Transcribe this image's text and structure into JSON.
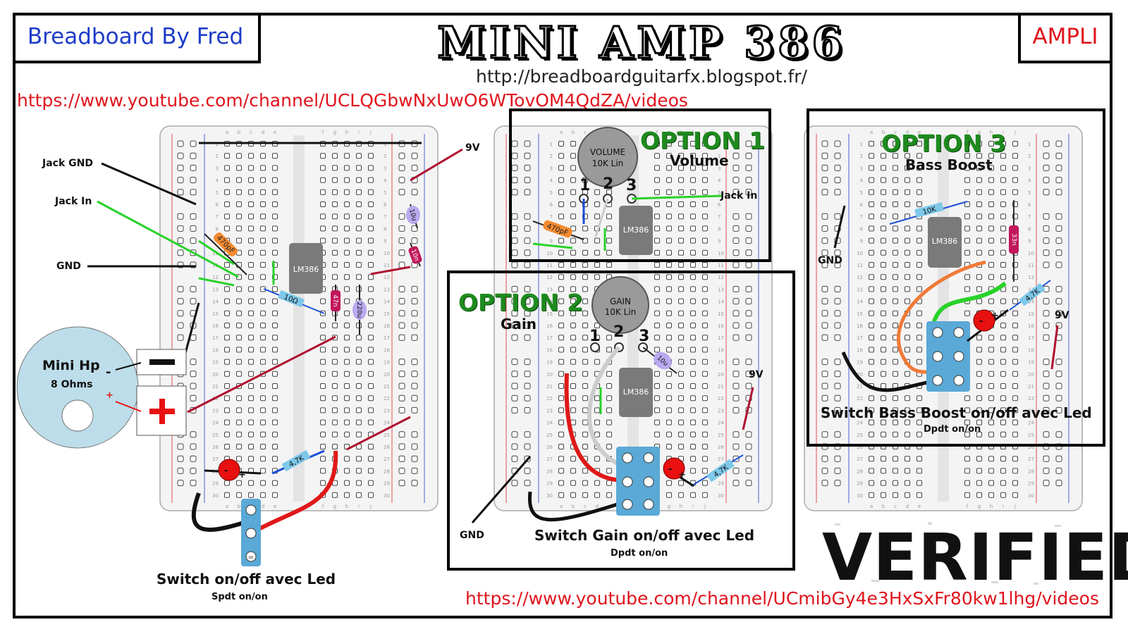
{
  "header": {
    "author": "Breadboard By Fred",
    "title": "MINI AMP 386",
    "category": "AMPLI",
    "blog_url": "http://breadboardguitarfx.blogspot.fr/",
    "youtube_url_1": "https://www.youtube.com/channel/UCLQGbwNxUwO6WTovOM4QdZA/videos",
    "youtube_url_2": "https://www.youtube.com/channel/UCmibGy4e3HxSxFr80kw1lhg/videos"
  },
  "main_board": {
    "labels": {
      "jack_gnd": "Jack GND",
      "jack_in": "Jack In",
      "gnd": "GND",
      "supply": "9V",
      "speaker": "Mini Hp",
      "speaker_ohms": "8 Ohms",
      "minus": "-",
      "plus": "+",
      "switch_title": "Switch on/off avec Led",
      "switch_sub": "Spdt on/on"
    },
    "components": {
      "ic": "LM386",
      "cap_470p": "470pF",
      "res_10": "10Ω",
      "res_47n": "47n",
      "cap_220u": "220u",
      "cap_10u": "10u",
      "cap_10n": "10n",
      "res_4k7": "4,7K"
    }
  },
  "option1": {
    "title": "OPTION 1",
    "subtitle": "Volume",
    "pot_label": "VOLUME",
    "pot_value": "10K Lin",
    "pins": [
      "1",
      "2",
      "3"
    ],
    "jack_in": "Jack In",
    "ic": "LM386",
    "cap": "470pF"
  },
  "option2": {
    "title": "OPTION 2",
    "subtitle": "Gain",
    "pot_label": "GAIN",
    "pot_value": "10K Lin",
    "pins": [
      "1",
      "2",
      "3"
    ],
    "ic": "LM386",
    "cap": "10u",
    "supply": "9V",
    "gnd": "GND",
    "res": "4,7K",
    "switch_title": "Switch Gain on/off avec Led",
    "switch_sub": "Dpdt on/on"
  },
  "option3": {
    "title": "OPTION 3",
    "subtitle": "Bass Boost",
    "ic": "LM386",
    "res_10k": "10K",
    "cap_33n": "33n",
    "res_4k7": "4,7K",
    "gnd": "GND",
    "supply": "9V",
    "switch_title": "Switch Bass Boost on/off avec Led",
    "switch_sub": "Dpdt on/on"
  },
  "badge": {
    "text": "VERIFIED"
  },
  "board_columns": [
    "a",
    "b",
    "c",
    "d",
    "e",
    "f",
    "g",
    "h",
    "i",
    "j"
  ],
  "colors": {
    "wire_black": "#111111",
    "wire_green": "#2ad22a",
    "wire_red": "#e01818",
    "wire_darkred": "#b01030",
    "wire_blue": "#1a4fd6",
    "wire_orange": "#f07a38",
    "wire_grey": "#cccccc",
    "resistor": "#7ec8ea",
    "ic": "#7a7a7a",
    "cap_ceramic": "#f48a30",
    "cap_elec": "#b9a9ef",
    "switch": "#5aa9d6",
    "led": "#e81010",
    "title_green": "#1e8a1e",
    "brand_blue": "#1f3cc8",
    "link_red": "#e0141c"
  }
}
